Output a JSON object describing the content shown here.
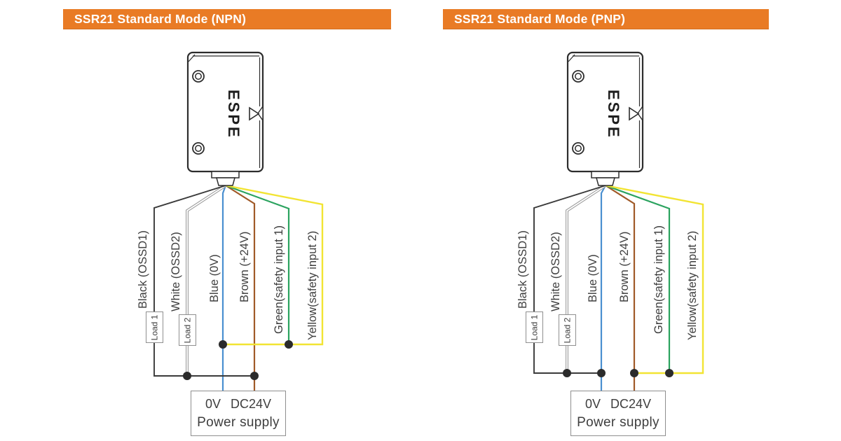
{
  "colors": {
    "accent_orange": "#E97B25",
    "wire_black": "#3A3A3A",
    "wire_white": "#9C9C9C",
    "wire_blue": "#4A8FD0",
    "wire_brown": "#A05A28",
    "wire_green": "#2BA35F",
    "wire_yellow": "#F2E433",
    "junction_dot": "#2B2B2B",
    "device_outline": "#2D2D2D",
    "box_border": "#8F8F8F",
    "label_text": "#3E3E3E"
  },
  "diagrams": [
    {
      "id": "npn",
      "title": "SSR21 Standard Mode (NPN)",
      "device_label": "ESPE",
      "wire_labels": {
        "black": "Black (OSSD1)",
        "white": "White (OSSD2)",
        "blue": "Blue (0V)",
        "brown": "Brown (+24V)",
        "green": "Green(safety input 1)",
        "yellow": "Yellow(safety input 2)"
      },
      "load1": "Load 1",
      "load2": "Load 2",
      "power_supply": {
        "zero_v": "0V",
        "dc24v": "DC24V",
        "label": "Power supply"
      }
    },
    {
      "id": "pnp",
      "title": "SSR21 Standard Mode (PNP)",
      "device_label": "ESPE",
      "wire_labels": {
        "black": "Black (OSSD1)",
        "white": "White (OSSD2)",
        "blue": "Blue (0V)",
        "brown": "Brown (+24V)",
        "green": "Green(safety input 1)",
        "yellow": "Yellow(safety input 2)"
      },
      "load1": "Load 1",
      "load2": "Load 2",
      "power_supply": {
        "zero_v": "0V",
        "dc24v": "DC24V",
        "label": "Power supply"
      }
    }
  ]
}
